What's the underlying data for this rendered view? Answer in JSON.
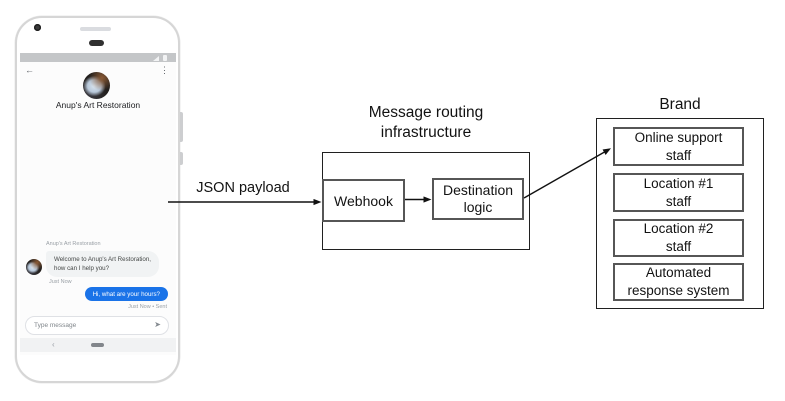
{
  "phone": {
    "status_bar": {
      "signal_icon": "signal-triangle",
      "battery_icon": "battery"
    },
    "chat_header": {
      "back_icon": "←",
      "title": "Anup's Art Restoration",
      "overflow_icon": "⋮"
    },
    "conversation": {
      "sender_label": "Anup's Art Restoration",
      "incoming_message": "Welcome to Anup's Art Restoration,\nhow can I help you?",
      "incoming_timestamp": "Just Now",
      "outgoing_message": "Hi, what are your hours?",
      "outgoing_status": "Just Now • Sent"
    },
    "composer": {
      "placeholder": "Type message",
      "send_icon": "➤"
    },
    "nav_bar": {
      "back_icon": "‹"
    }
  },
  "diagram": {
    "payload_arrow_label": "JSON payload",
    "infrastructure": {
      "title": "Message routing\ninfrastructure",
      "webhook_label": "Webhook",
      "destination_label": "Destination\nlogic"
    },
    "brand": {
      "title": "Brand",
      "targets": [
        "Online support\nstaff",
        "Location #1\nstaff",
        "Location #2\nstaff",
        "Automated\nresponse system"
      ]
    }
  },
  "colors": {
    "outgoing_bubble": "#1a73e8",
    "incoming_bubble": "#f1f3f4",
    "phone_frame": "#d6d6d6",
    "status_bar": "#c4c6c8",
    "arrow": "#111111",
    "box_border": "#565656"
  }
}
